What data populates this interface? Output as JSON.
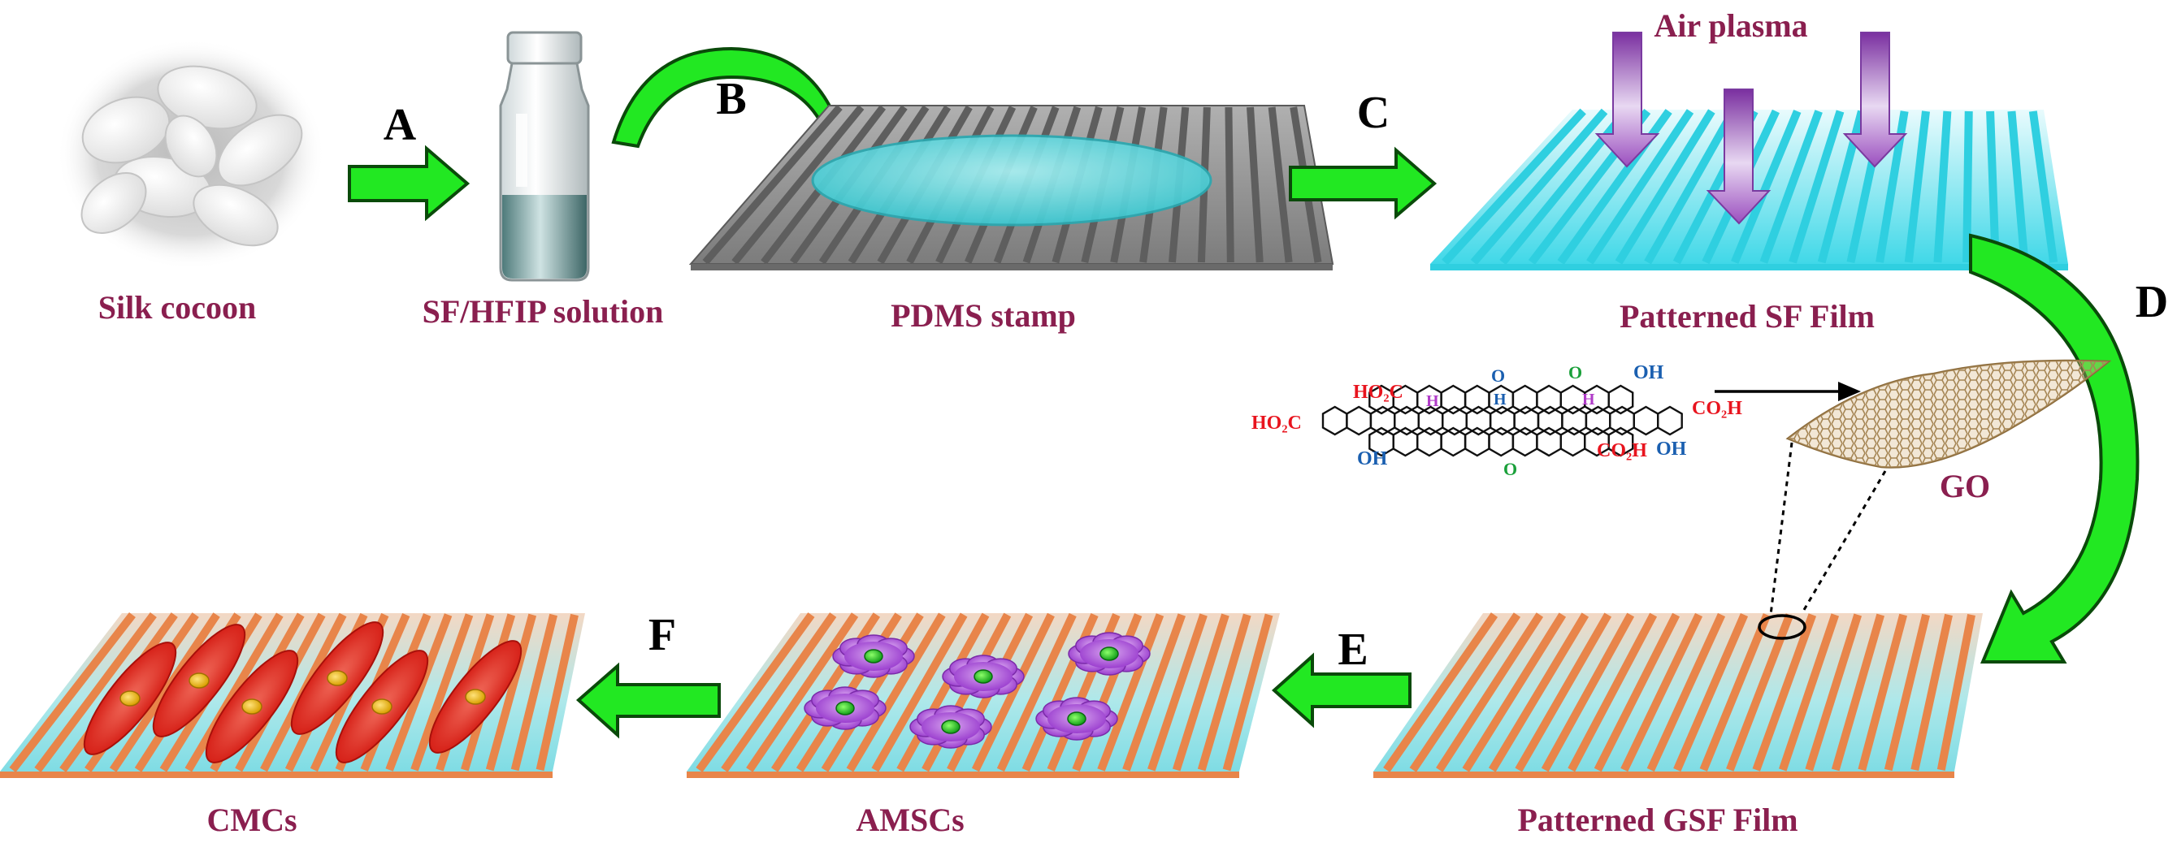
{
  "colors": {
    "label": "#8a1f4f",
    "arrow_green": "#22e822",
    "arrow_outline": "#0a4a0a",
    "pdms_gray": "#8c8c8c",
    "sf_cyan": "#3fd9e6",
    "gsf_orange": "#e8854a",
    "plasma_purple": "#9b4fbf",
    "cell_purple": "#b25bd9",
    "cmc_red": "#e8281e"
  },
  "steps": {
    "a": "A",
    "b": "B",
    "c": "C",
    "d": "D",
    "e": "E",
    "f": "F"
  },
  "labels": {
    "silk_cocoon": "Silk cocoon",
    "sf_hfip": "SF/HFIP solution",
    "pdms": "PDMS stamp",
    "sf_film": "Patterned SF Film",
    "air_plasma": "Air plasma",
    "go": "GO",
    "gsf_film": "Patterned GSF Film",
    "amscs": "AMSCs",
    "cmcs": "CMCs"
  },
  "go_chem": {
    "ho2c_left": "HO₂C",
    "ho2c_top": "HO₂C",
    "co2h_right": "CO₂H",
    "co2h_bottom": "CO₂H",
    "oh_left": "OH",
    "oh_top_right": "OH",
    "oh_bottom_right": "OH",
    "o_top1": "O",
    "o_top2": "O",
    "o_bottom": "O",
    "h_mark1": "H",
    "h_mark2": "H",
    "h_mark3": "H"
  },
  "icons": [
    "silk-cocoon-image",
    "vial-icon",
    "green-arrow-icon",
    "curved-arrow-icon",
    "plasma-arrow-icon",
    "go-sheet-icon",
    "stem-cell-icon",
    "cardiomyocyte-icon"
  ]
}
